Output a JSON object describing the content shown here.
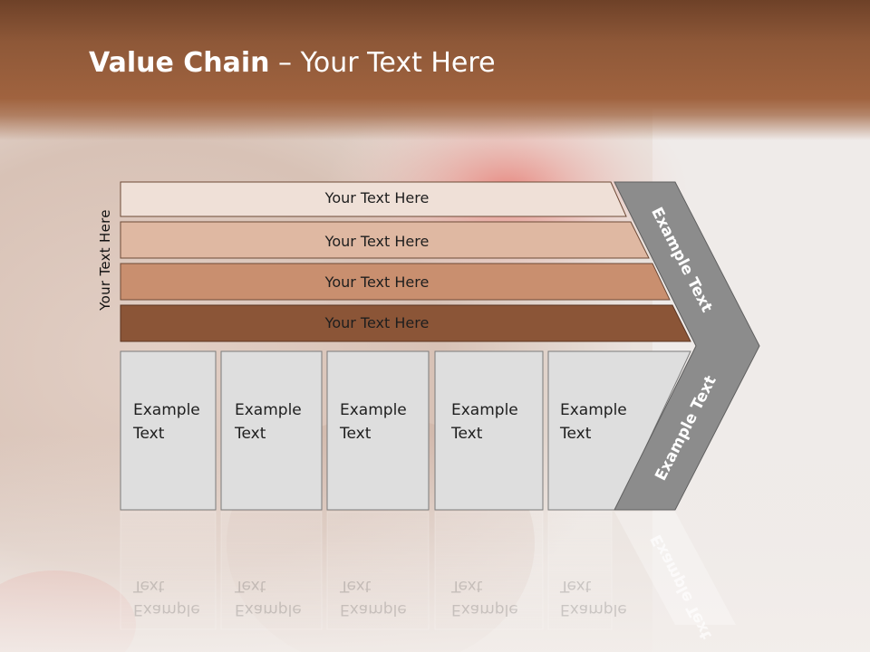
{
  "slide": {
    "title_bold": "Value Chain",
    "title_rest": " – Your Text Here",
    "side_label": "Your Text Here"
  },
  "bars": [
    {
      "label": "Your Text Here",
      "color": "#efe0d7"
    },
    {
      "label": "Your Text Here",
      "color": "#dfb8a2"
    },
    {
      "label": "Your Text Here",
      "color": "#c98f6f"
    },
    {
      "label": "Your Text Here",
      "color": "#8b5537"
    }
  ],
  "boxes": [
    {
      "line1": "Example",
      "line2": "Text"
    },
    {
      "line1": "Example",
      "line2": "Text"
    },
    {
      "line1": "Example",
      "line2": "Text"
    },
    {
      "line1": "Example",
      "line2": "Text"
    },
    {
      "line1": "Example",
      "line2": "Text"
    }
  ],
  "chevron": {
    "upper_label": "Example Text",
    "lower_label": "Example Text",
    "color": "#8c8c8c"
  }
}
